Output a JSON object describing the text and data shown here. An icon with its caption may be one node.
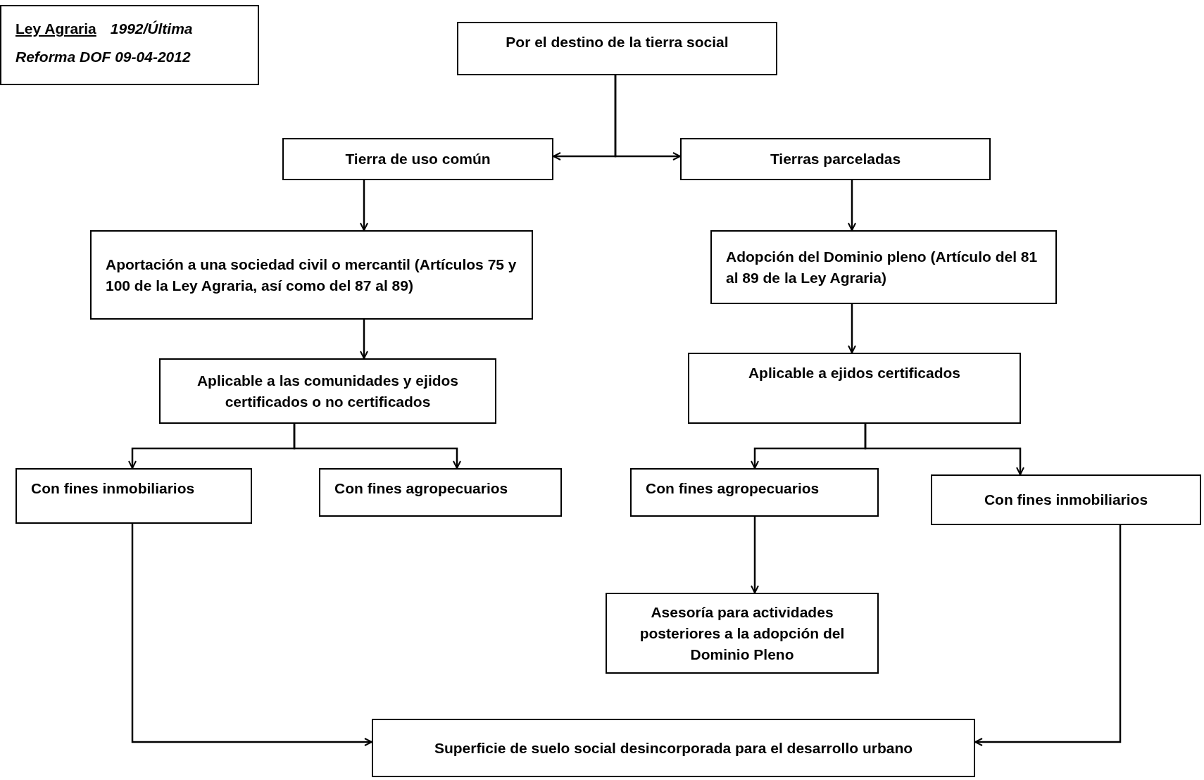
{
  "diagram": {
    "nodes": [
      {
        "text": [
          "Ley Agraria",
          "1992/Última Reforma DOF 09-04-2012"
        ]
      },
      {
        "text": [
          "Por el destino de la tierra social"
        ]
      },
      {
        "text": [
          "Tierra de uso común"
        ]
      },
      {
        "text": [
          "Tierras parceladas"
        ]
      },
      {
        "text": [
          "Aportación a una sociedad civil o mercantil (Artículos 75 y 100 de la Ley Agraria, así como del 87 al 89)"
        ]
      },
      {
        "text": [
          "Adopción del Dominio pleno (Artículo del 81 al 89 de la Ley Agraria)"
        ]
      },
      {
        "text": [
          "Aplicable a las comunidades y ejidos certificados o no certificados"
        ]
      },
      {
        "text": [
          "Aplicable a ejidos certificados"
        ]
      },
      {
        "text": [
          "Con fines inmobiliarios"
        ]
      },
      {
        "text": [
          "Con fines agropecuarios"
        ]
      },
      {
        "text": [
          "Con fines agropecuarios"
        ]
      },
      {
        "text": [
          "Con fines inmobiliarios"
        ]
      },
      {
        "text": [
          "Asesoría para actividades posteriores a la adopción del Dominio Pleno"
        ]
      },
      {
        "text": [
          "Superficie de suelo social desincorporada para el desarrollo urbano"
        ]
      }
    ],
    "edges": [
      {
        "from": 1,
        "to": 2,
        "arrow": "to"
      },
      {
        "from": 1,
        "to": 3,
        "arrow": "to"
      },
      {
        "from": 2,
        "to": 4,
        "arrow": "to"
      },
      {
        "from": 4,
        "to": 6,
        "arrow": "to"
      },
      {
        "from": 3,
        "to": 5,
        "arrow": "to"
      },
      {
        "from": 5,
        "to": 7,
        "arrow": "to"
      },
      {
        "from": 6,
        "to": 8,
        "arrow": "to"
      },
      {
        "from": 6,
        "to": 9,
        "arrow": "to"
      },
      {
        "from": 7,
        "to": 10,
        "arrow": "to"
      },
      {
        "from": 7,
        "to": 11,
        "arrow": "to"
      },
      {
        "from": 10,
        "to": 12,
        "arrow": "to"
      },
      {
        "from": 8,
        "to": 13,
        "arrow": "to"
      },
      {
        "from": 11,
        "to": 13,
        "arrow": "to"
      }
    ]
  }
}
